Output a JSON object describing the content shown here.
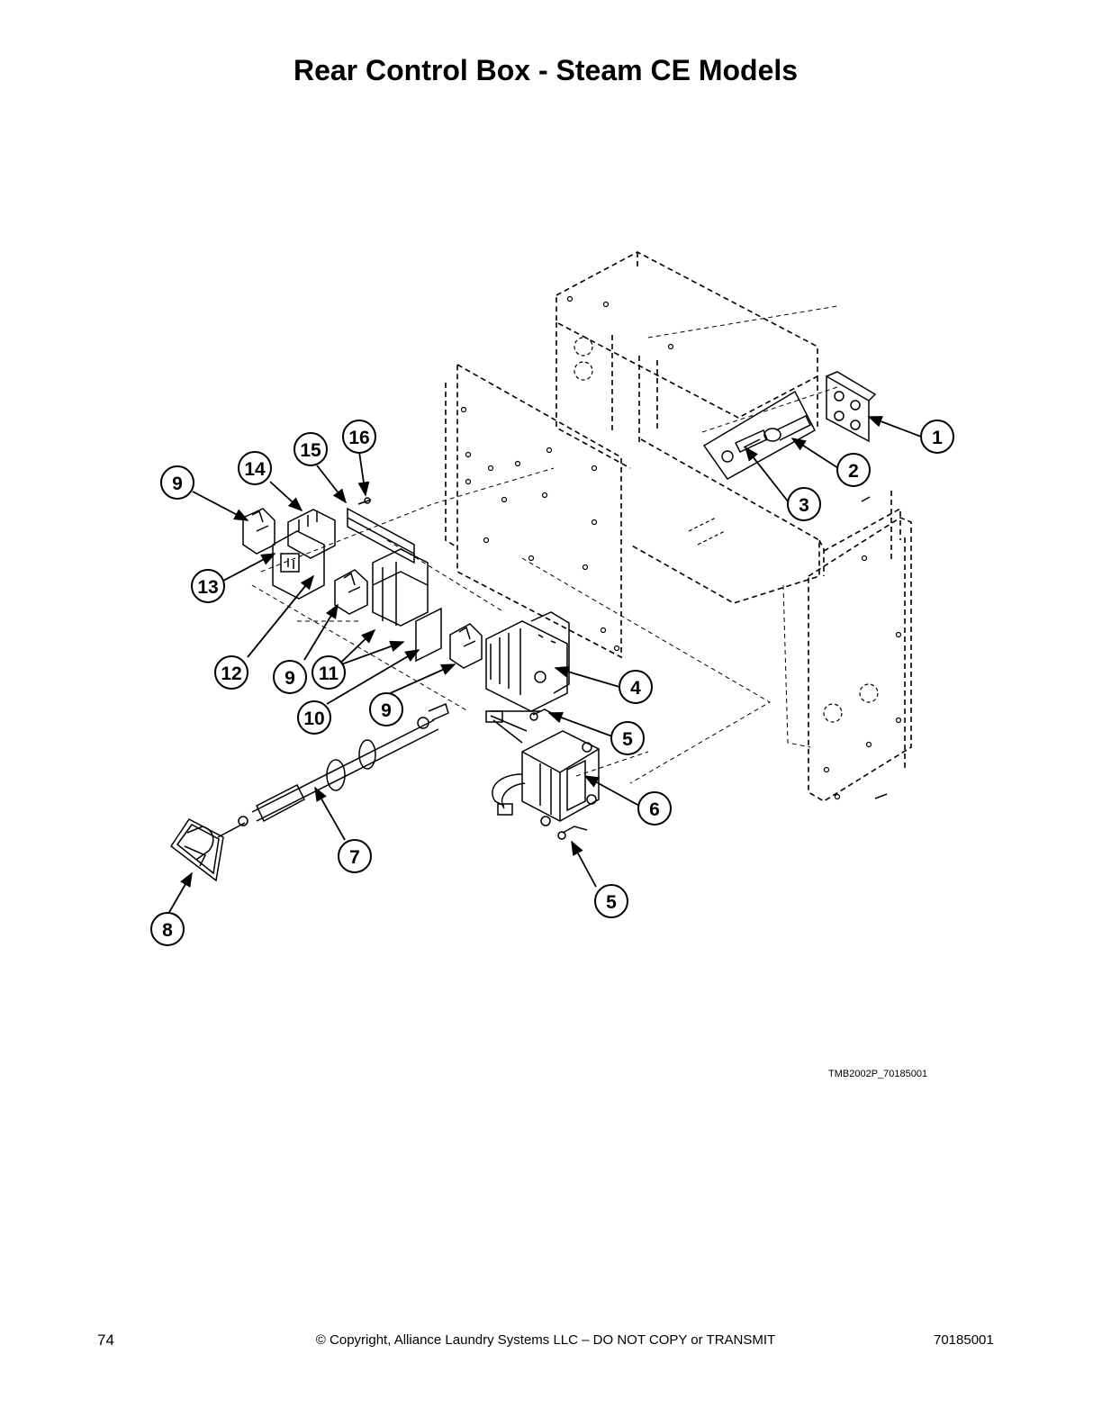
{
  "title": "Rear Control Box - Steam CE Models",
  "figure_code": "TMB2002P_70185001",
  "footer": {
    "page_number": "74",
    "copyright": "© Copyright, Alliance Laundry Systems LLC – DO NOT COPY or TRANSMIT",
    "document_number": "70185001"
  },
  "callouts": {
    "c1": "1",
    "c2": "2",
    "c3": "3",
    "c4": "4",
    "c5a": "5",
    "c5b": "5",
    "c6": "6",
    "c7": "7",
    "c8": "8",
    "c9a": "9",
    "c9b": "9",
    "c9c": "9",
    "c10": "10",
    "c11": "11",
    "c12": "12",
    "c13": "13",
    "c14": "14",
    "c15": "15",
    "c16": "16"
  }
}
